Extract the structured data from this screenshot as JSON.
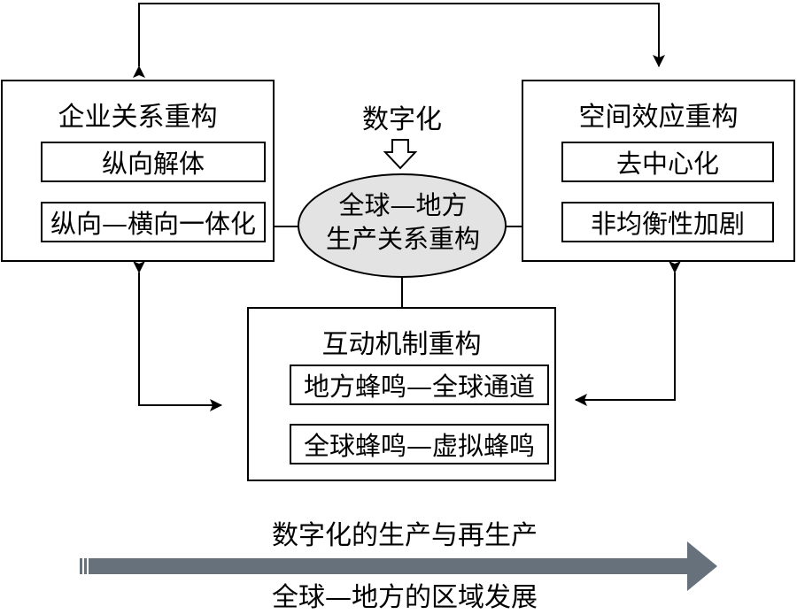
{
  "left_panel": {
    "title": "企业关系重构",
    "item1": "纵向解体",
    "item2": "纵向—横向一体化"
  },
  "right_panel": {
    "title": "空间效应重构",
    "item1": "去中心化",
    "item2": "非均衡性加剧"
  },
  "center": {
    "top_label": "数字化",
    "line1": "全球—地方",
    "line2": "生产关系重构"
  },
  "bottom_panel": {
    "title": "互动机制重构",
    "item1": "地方蜂鸣—全球通道",
    "item2": "全球蜂鸣—虚拟蜂鸣"
  },
  "footer": {
    "top_text": "数字化的生产与再生产",
    "bottom_text": "全球—地方的区域发展"
  },
  "colors": {
    "ellipse_fill": "#e3e3e3",
    "arrow_fill": "#67717b"
  }
}
